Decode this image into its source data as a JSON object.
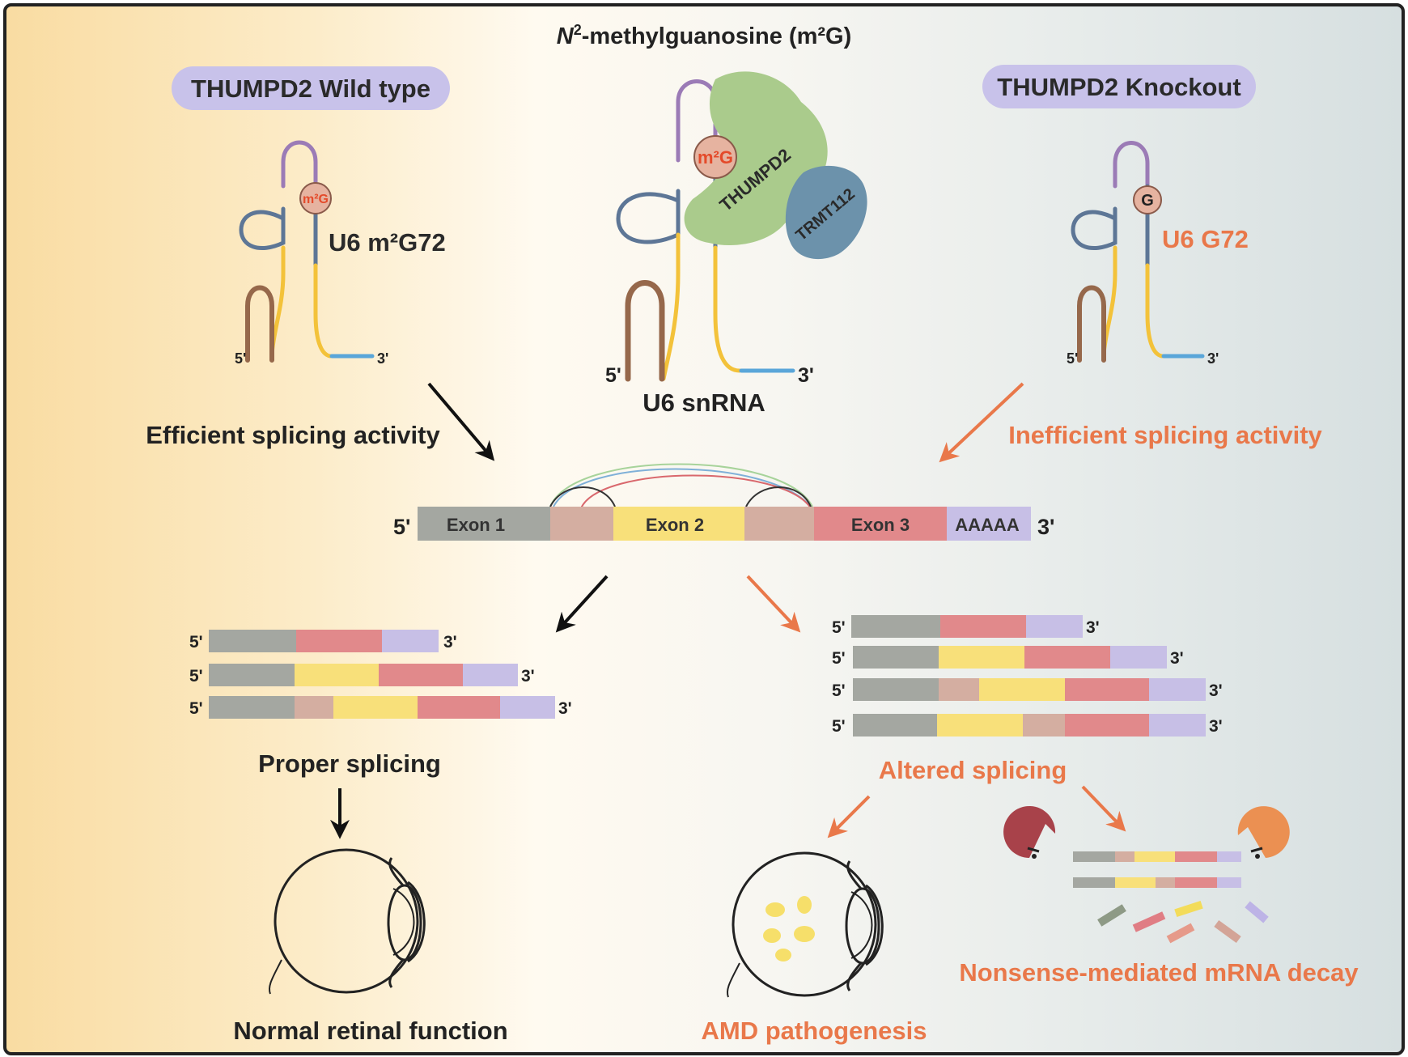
{
  "title_italic": "N",
  "title_sup": "2",
  "title_rest": "-methylguanosine (m²G)",
  "wild_type_label": "THUMPD2 Wild type",
  "knockout_label": "THUMPD2 Knockout",
  "wt_rna_label": "U6 m²G72",
  "wt_mod_label": "m²G",
  "center_mod_label": "m²G",
  "ko_rna_label": "U6 G72",
  "ko_mod_label": "G",
  "center_rna_label": "U6 snRNA",
  "enzyme_label": "THUMPD2",
  "cofactor_label": "TRMT112",
  "prime5": "5'",
  "prime3": "3'",
  "efficient_label": "Efficient splicing activity",
  "inefficient_label": "Inefficient splicing activity",
  "exon1_label": "Exon 1",
  "exon2_label": "Exon 2",
  "exon3_label": "Exon 3",
  "polya_label": "AAAAA",
  "proper_label": "Proper splicing",
  "altered_label": "Altered splicing",
  "normal_label": "Normal retinal function",
  "amd_label": "AMD pathogenesis",
  "nmd_label": "Nonsense-mediated mRNA decay",
  "colors": {
    "exon1": "#a4a7a1",
    "intron": "#d4aea1",
    "exon2": "#f8e07a",
    "exon3": "#e1898b",
    "polya": "#c7bfe6",
    "pill": "#c8c2ea",
    "orange_text": "#e9784a",
    "thumpd2": "#aacb8c",
    "trmt112": "#6c92ab"
  }
}
